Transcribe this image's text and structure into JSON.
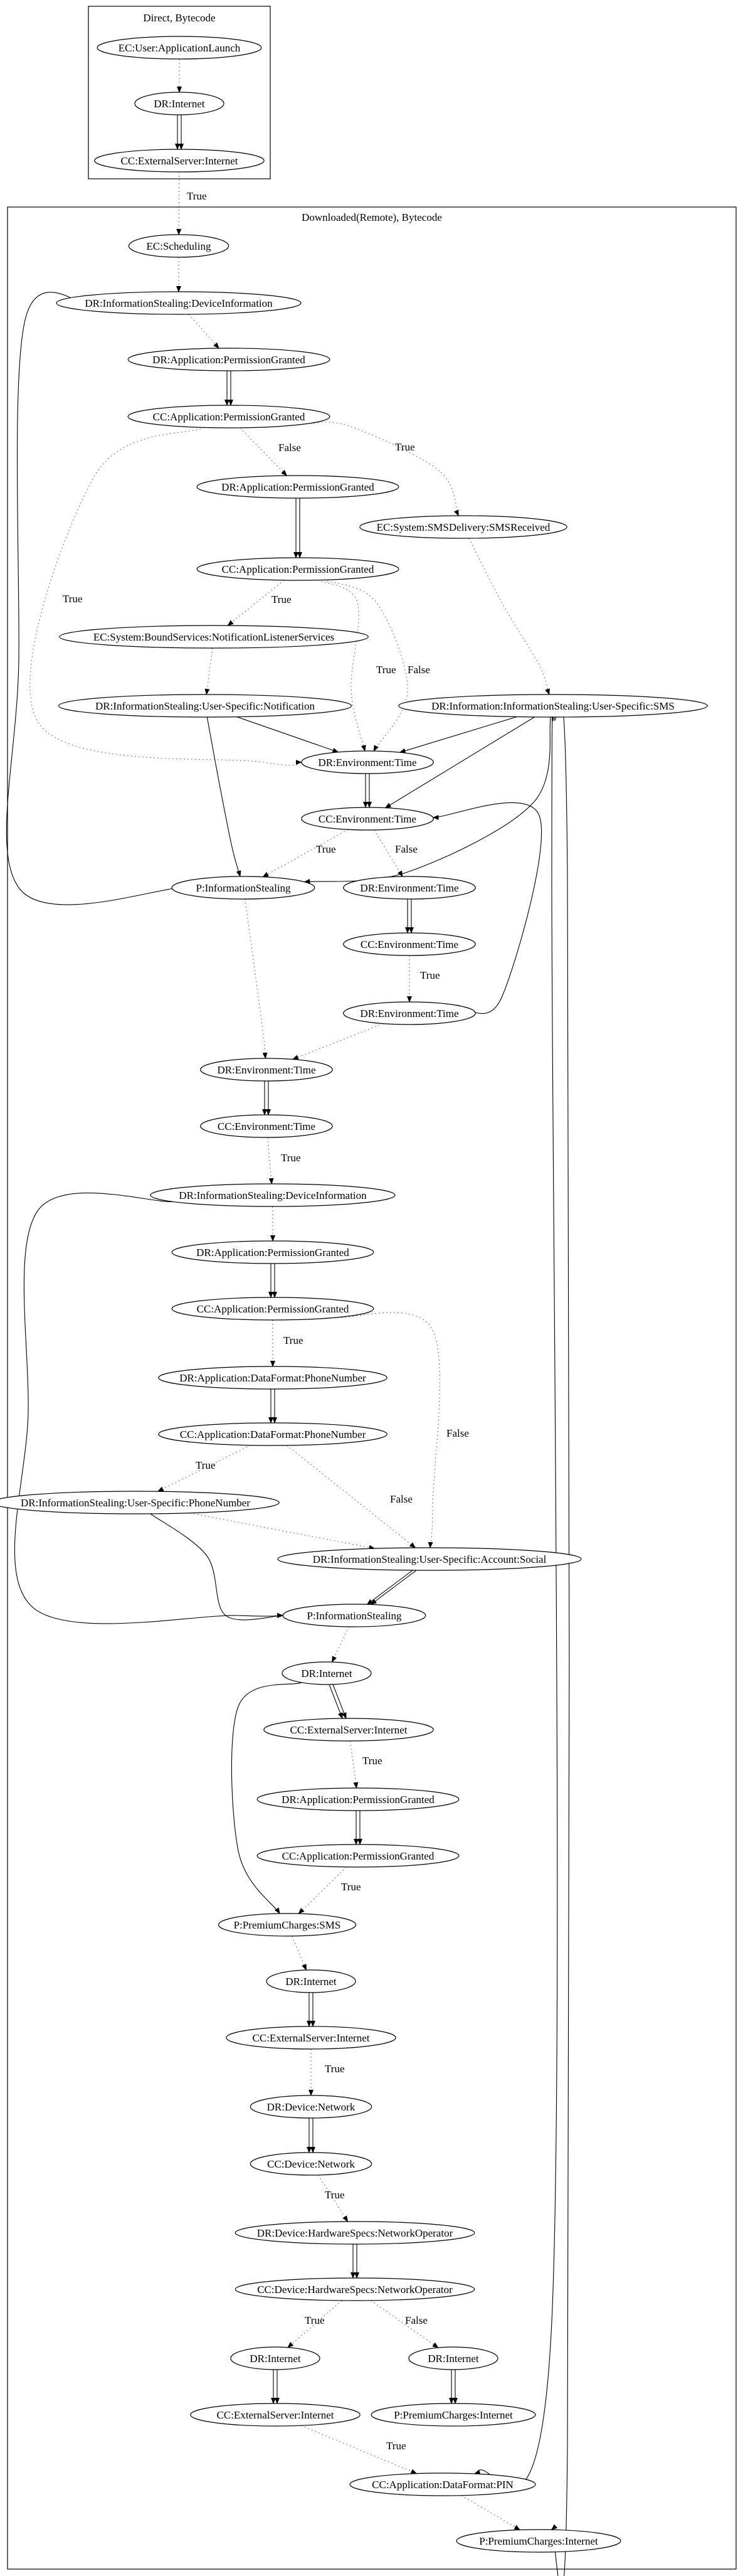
{
  "clusters": [
    {
      "id": "c1",
      "label": "Direct, Bytecode"
    },
    {
      "id": "c2",
      "label": "Downloaded(Remote), Bytecode"
    }
  ],
  "nodes": [
    {
      "id": "n1",
      "label": "EC:User:ApplicationLaunch"
    },
    {
      "id": "n2",
      "label": "DR:Internet"
    },
    {
      "id": "n3",
      "label": "CC:ExternalServer:Internet"
    },
    {
      "id": "n4",
      "label": "EC:Scheduling"
    },
    {
      "id": "n5",
      "label": "DR:InformationStealing:DeviceInformation"
    },
    {
      "id": "n6",
      "label": "DR:Application:PermissionGranted"
    },
    {
      "id": "n7",
      "label": "CC:Application:PermissionGranted"
    },
    {
      "id": "n8",
      "label": "DR:Application:PermissionGranted"
    },
    {
      "id": "n9",
      "label": "EC:System:SMSDelivery:SMSReceived"
    },
    {
      "id": "n10",
      "label": "CC:Application:PermissionGranted"
    },
    {
      "id": "n11",
      "label": "EC:System:BoundServices:NotificationListenerServices"
    },
    {
      "id": "n12",
      "label": "DR:InformationStealing:User-Specific:Notification"
    },
    {
      "id": "n13",
      "label": "DR:Information:InformationStealing:User-Specific:SMS"
    },
    {
      "id": "n14",
      "label": "DR:Environment:Time"
    },
    {
      "id": "n15",
      "label": "CC:Environment:Time"
    },
    {
      "id": "n16",
      "label": "P:InformationStealing"
    },
    {
      "id": "n17",
      "label": "DR:Environment:Time"
    },
    {
      "id": "n18",
      "label": "CC:Environment:Time"
    },
    {
      "id": "n19",
      "label": "DR:Environment:Time"
    },
    {
      "id": "n20",
      "label": "DR:Environment:Time"
    },
    {
      "id": "n21",
      "label": "CC:Environment:Time"
    },
    {
      "id": "n22",
      "label": "DR:InformationStealing:DeviceInformation"
    },
    {
      "id": "n23",
      "label": "DR:Application:PermissionGranted"
    },
    {
      "id": "n24",
      "label": "CC:Application:PermissionGranted"
    },
    {
      "id": "n25",
      "label": "DR:Application:DataFormat:PhoneNumber"
    },
    {
      "id": "n26",
      "label": "CC:Application:DataFormat:PhoneNumber"
    },
    {
      "id": "n27",
      "label": "DR:InformationStealing:User-Specific:PhoneNumber"
    },
    {
      "id": "n28",
      "label": "DR:InformationStealing:User-Specific:Account:Social"
    },
    {
      "id": "n29",
      "label": "P:InformationStealing"
    },
    {
      "id": "n30",
      "label": "DR:Internet"
    },
    {
      "id": "n31",
      "label": "CC:ExternalServer:Internet"
    },
    {
      "id": "n32",
      "label": "DR:Application:PermissionGranted"
    },
    {
      "id": "n33",
      "label": "CC:Application:PermissionGranted"
    },
    {
      "id": "n34",
      "label": "P:PremiumCharges:SMS"
    },
    {
      "id": "n35",
      "label": "DR:Internet"
    },
    {
      "id": "n36",
      "label": "CC:ExternalServer:Internet"
    },
    {
      "id": "n37",
      "label": "DR:Device:Network"
    },
    {
      "id": "n38",
      "label": "CC:Device:Network"
    },
    {
      "id": "n39",
      "label": "DR:Device:HardwareSpecs:NetworkOperator"
    },
    {
      "id": "n40",
      "label": "CC:Device:HardwareSpecs:NetworkOperator"
    },
    {
      "id": "n41",
      "label": "DR:Internet"
    },
    {
      "id": "n42",
      "label": "DR:Internet"
    },
    {
      "id": "n43",
      "label": "CC:ExternalServer:Internet"
    },
    {
      "id": "n44",
      "label": "P:PremiumCharges:Internet"
    },
    {
      "id": "n45",
      "label": "CC:Application:DataFormat:PIN"
    },
    {
      "id": "n46",
      "label": "P:PremiumCharges:Internet"
    }
  ],
  "edge_labels": {
    "true": "True",
    "false": "False"
  }
}
